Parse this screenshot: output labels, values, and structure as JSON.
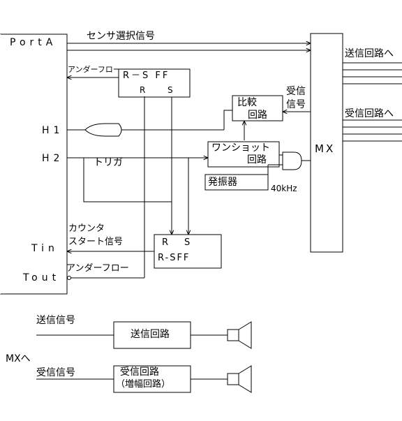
{
  "mcu": {
    "porta": "PortA",
    "h1": "H1",
    "h2": "H2",
    "tin": "Tin",
    "tout": "Tout"
  },
  "signals": {
    "sensor_select": "センサ選択信号",
    "underflow_top": "アンダーフロー",
    "underflow_bottom": "アンダーフロー",
    "trigger": "トリガ",
    "counter_start_1": "カウンタ",
    "counter_start_2": "スタート信号",
    "to_tx_circuit": "送信回路へ",
    "to_rx_circuit": "受信回路へ",
    "rx_signal_1": "受信",
    "rx_signal_2": "信号",
    "freq": "40kHz",
    "tx_signal": "送信信号",
    "rx_signal_bottom": "受信信号",
    "to_mx": "MXへ"
  },
  "blocks": {
    "rsff_top": "R－S FF",
    "rsff_top_r": "R",
    "rsff_top_s": "S",
    "comparator_1": "比較",
    "comparator_2": "回路",
    "oneshot_1": "ワンショット",
    "oneshot_2": "回路",
    "oscillator": "発振器",
    "mx": "MX",
    "rsff_bottom_r": "R",
    "rsff_bottom_s": "S",
    "rsff_bottom_label": "R-SFF",
    "tx_circuit": "送信回路",
    "rx_circuit_1": "受信回路",
    "rx_circuit_2": "（増幅回路）"
  }
}
